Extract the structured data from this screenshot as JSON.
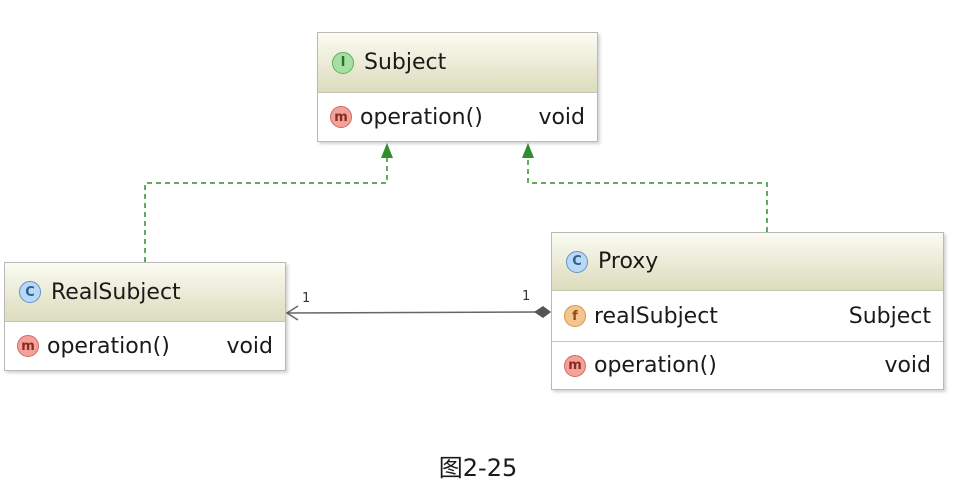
{
  "diagram": {
    "subject": {
      "badge": "I",
      "title": "Subject",
      "method_badge": "m",
      "method_name": "operation()",
      "method_type": "void"
    },
    "real_subject": {
      "badge": "C",
      "title": "RealSubject",
      "method_badge": "m",
      "method_name": "operation()",
      "method_type": "void"
    },
    "proxy": {
      "badge": "C",
      "title": "Proxy",
      "field_badge": "f",
      "field_name": "realSubject",
      "field_type": "Subject",
      "method_badge": "m",
      "method_name": "operation()",
      "method_type": "void"
    },
    "association": {
      "left_multiplicity": "1",
      "right_multiplicity": "1"
    },
    "colors": {
      "realization_line": "#2f8f2f",
      "association_line": "#666666"
    }
  },
  "caption": "图2-25"
}
